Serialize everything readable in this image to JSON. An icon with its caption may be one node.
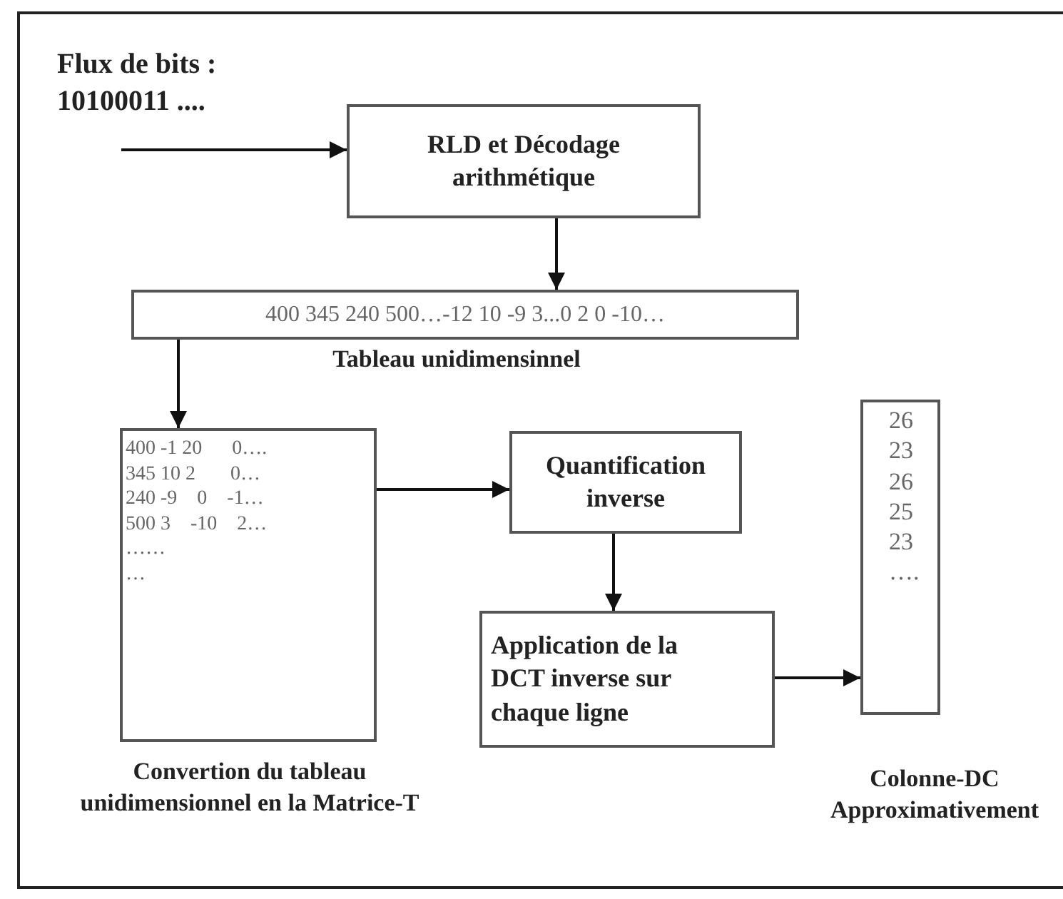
{
  "diagram": {
    "nodes": [
      {
        "text": [
          "RLD  et  Décodage arithmétique"
        ]
      },
      {
        "text": [
          "400 345 240 500…-12 10 -9 3...0 2 0 -10…"
        ],
        "beside": [
          "Tableau unidimensinnel"
        ]
      },
      {
        "text": [
          "400 -1 20      0….",
          "345 10 2       0…",
          "240 -9    0    -1…",
          "500 3    -10    2…",
          "……",
          "…"
        ],
        "beside": [
          "Convertion du tableau unidimensionnel en la Matrice-T"
        ]
      },
      {
        "text": [
          "Quantification inverse"
        ]
      },
      {
        "text": [
          "Application de la DCT inverse sur chaque ligne"
        ]
      },
      {
        "text": [
          "26",
          "23",
          "26",
          "25",
          "23",
          "…."
        ],
        "beside": [
          "Colonne-DC Approximativement"
        ]
      }
    ],
    "edges": [
      {
        "from": null,
        "to": 0,
        "arrow": "to"
      },
      {
        "from": 0,
        "to": 1,
        "arrow": "to"
      },
      {
        "from": 1,
        "to": 2,
        "arrow": "to"
      },
      {
        "from": 2,
        "to": 3,
        "arrow": "to"
      },
      {
        "from": 3,
        "to": 4,
        "arrow": "to"
      },
      {
        "from": 4,
        "to": 5,
        "arrow": "to"
      }
    ],
    "labels": [
      "Flux de bits :",
      "10100011 ...."
    ]
  }
}
